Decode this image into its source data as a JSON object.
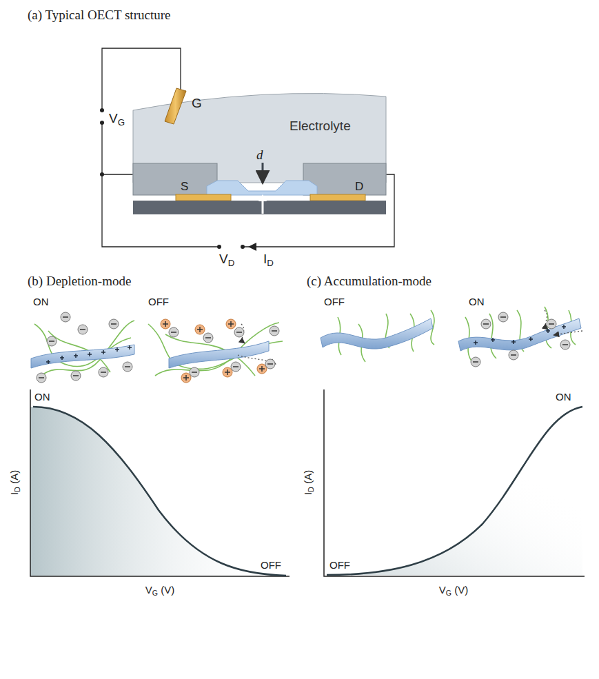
{
  "diagram": {
    "nodes": [
      {
        "text": [
          "Electrolyte"
        ]
      }
    ],
    "labels": [
      "(a) Typical OECT structure",
      "G",
      "V",
      "G",
      "d",
      "S",
      "D",
      "V",
      "D",
      "I",
      "D",
      "(b) Depletion-mode",
      "(c) Accumulation-mode",
      "ON",
      "OFF",
      "OFF",
      "ON",
      "I",
      "D",
      "(A)",
      "V",
      "G",
      "(V)",
      "ON",
      "OFF",
      "I",
      "D",
      "(A)",
      "V",
      "G",
      "(V)",
      "OFF",
      "ON"
    ]
  }
}
